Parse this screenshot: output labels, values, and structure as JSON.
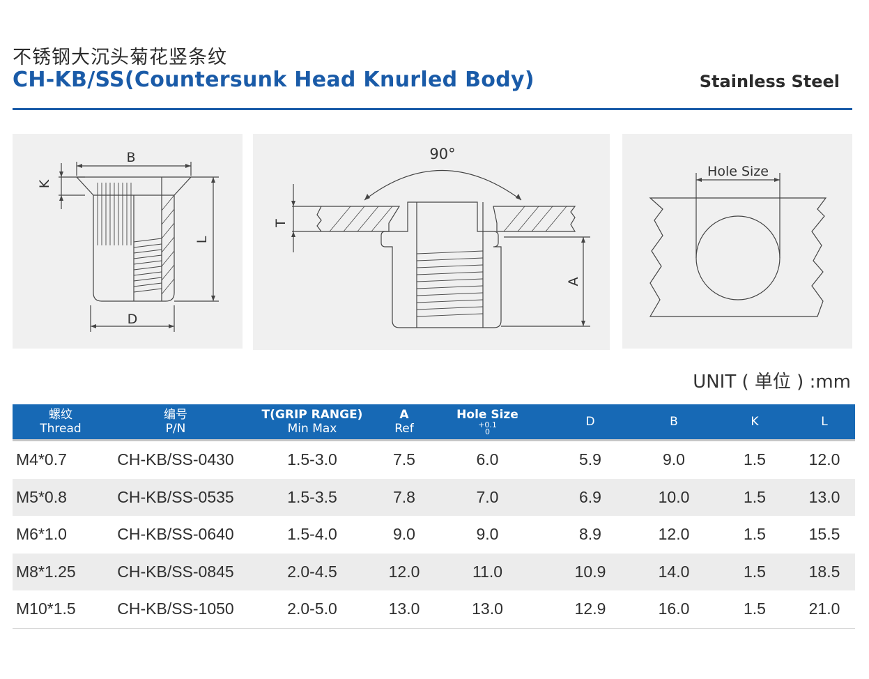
{
  "header": {
    "title_cn": "不锈钢大沉头菊花竖条纹",
    "title_en": "CH-KB/SS(Countersunk Head  Knurled Body)",
    "material": "Stainless Steel"
  },
  "diagrams": {
    "left": {
      "label_b": "B",
      "label_k": "K",
      "label_l": "L",
      "label_d": "D"
    },
    "middle": {
      "angle": "90°",
      "label_t": "T",
      "label_a": "A"
    },
    "right": {
      "label_hole": "Hole Size"
    }
  },
  "unit": "UNIT ( 单位 ) :mm",
  "table": {
    "headers": {
      "thread_cn": "螺纹",
      "thread_en": "Thread",
      "pn_cn": "编号",
      "pn_en": "P/N",
      "t_top": "T(GRIP RANGE)",
      "t_bottom": "Min Max",
      "a_top": "A",
      "a_bottom": "Ref",
      "hole_top": "Hole  Size",
      "hole_tol_top": "+0.1",
      "hole_tol_bottom": "0",
      "d": "D",
      "b": "B",
      "k": "K",
      "l": "L"
    },
    "rows": [
      {
        "thread": "M4*0.7",
        "pn": "CH-KB/SS-0430",
        "t": "1.5-3.0",
        "a": "7.5",
        "hole": "6.0",
        "d": "5.9",
        "b": "9.0",
        "k": "1.5",
        "l": "12.0"
      },
      {
        "thread": "M5*0.8",
        "pn": "CH-KB/SS-0535",
        "t": "1.5-3.5",
        "a": "7.8",
        "hole": "7.0",
        "d": "6.9",
        "b": "10.0",
        "k": "1.5",
        "l": "13.0"
      },
      {
        "thread": "M6*1.0",
        "pn": "CH-KB/SS-0640",
        "t": "1.5-4.0",
        "a": "9.0",
        "hole": "9.0",
        "d": "8.9",
        "b": "12.0",
        "k": "1.5",
        "l": "15.5"
      },
      {
        "thread": "M8*1.25",
        "pn": "CH-KB/SS-0845",
        "t": "2.0-4.5",
        "a": "12.0",
        "hole": "11.0",
        "d": "10.9",
        "b": "14.0",
        "k": "1.5",
        "l": "18.5"
      },
      {
        "thread": "M10*1.5",
        "pn": "CH-KB/SS-1050",
        "t": "2.0-5.0",
        "a": "13.0",
        "hole": "13.0",
        "d": "12.9",
        "b": "16.0",
        "k": "1.5",
        "l": "21.0"
      }
    ]
  }
}
